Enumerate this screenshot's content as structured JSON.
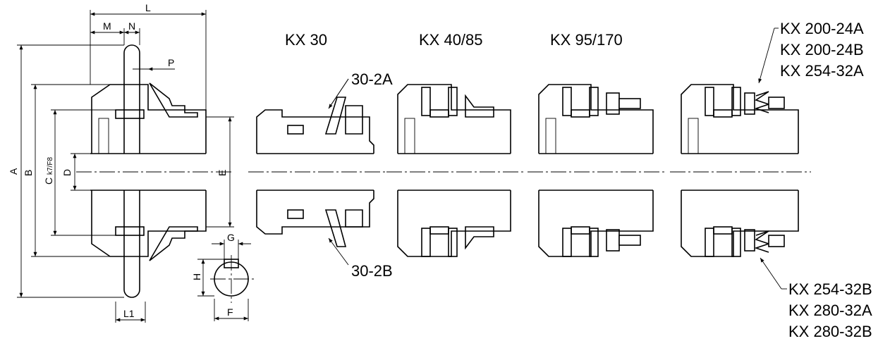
{
  "variants": {
    "kx30": "KX 30",
    "kx40": "KX 40/85",
    "kx95": "KX 95/170"
  },
  "callouts": {
    "a30_2a": "30-2A",
    "a30_2b": "30-2B",
    "top_group": [
      "KX 200-24A",
      "KX 200-24B",
      "KX 254-32A"
    ],
    "bottom_group": [
      "KX 254-32B",
      "KX 280-32A",
      "KX 280-32B"
    ]
  },
  "dimensions": {
    "L": "L",
    "M": "M",
    "N": "N",
    "P": "P",
    "A": "A",
    "B": "B",
    "C": "C",
    "C_sub": "k7/F8",
    "D": "D",
    "E": "E",
    "L1": "L1",
    "G": "G",
    "H": "H",
    "F": "F"
  }
}
